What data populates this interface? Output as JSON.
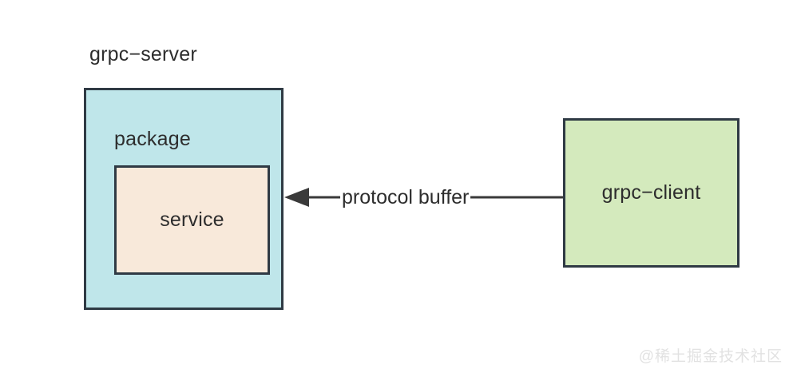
{
  "diagram": {
    "title_label": "grpc−server",
    "nodes": {
      "server": {
        "title": "grpc−server",
        "inner_label": "package",
        "fill": "#bfe6ea",
        "stroke": "#2f3a44"
      },
      "service": {
        "label": "service",
        "fill": "#f8e9da",
        "stroke": "#2f3a44"
      },
      "client": {
        "label": "grpc−client",
        "fill": "#d4eabd",
        "stroke": "#2f3a44"
      }
    },
    "edges": [
      {
        "label": "protocol buffer",
        "from": "grpc−client",
        "to": "grpc−server",
        "direction": "left",
        "arrowhead": "solid-triangle",
        "stroke": "#3a3a3a"
      }
    ]
  },
  "watermark": {
    "text": "@稀土掘金技术社区",
    "color": "#e2e2e2"
  }
}
